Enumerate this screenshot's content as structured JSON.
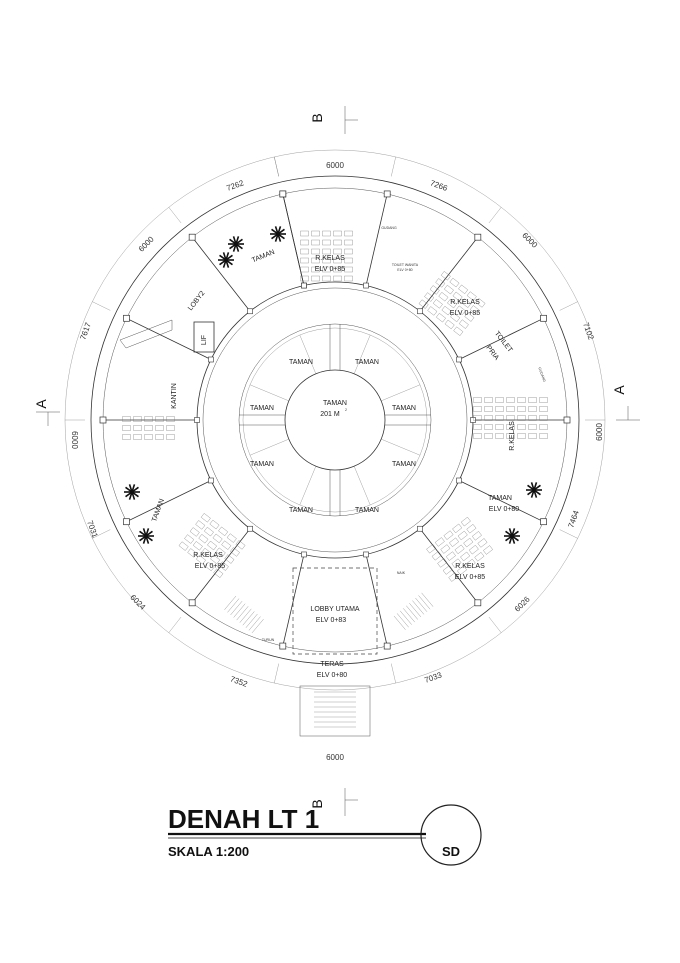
{
  "title": "DENAH LT 1",
  "scale": "SKALA  1:200",
  "symbol": "SD",
  "sections": {
    "a": "A",
    "b": "B"
  },
  "rooms": {
    "taman_center": "TAMAN",
    "taman_center_area": "201 M",
    "taman_center_area_sup": "2",
    "taman_ring": "TAMAN",
    "taman_nw": "TAMAN",
    "taman_sw": "TAMAN",
    "taman_east": "TAMAN",
    "taman_east_elv": "ELV 0+80",
    "kelas_north": "R.KELAS",
    "kelas_north_elv": "ELV 0+85",
    "kelas_ne": "R.KELAS",
    "kelas_ne_elv": "ELV 0+85",
    "kelas_east": "R.KELAS",
    "kelas_se": "R.KELAS",
    "kelas_se_elv": "ELV 0+85",
    "kelas_sw": "R.KELAS",
    "kelas_sw_elv": "ELV 0+85",
    "toilet": "TOILET",
    "pria": "PRIA",
    "loby2": "LOBY2",
    "lif": "LIF",
    "kantin": "KANTIN",
    "lobby_utama": "LOBBY UTAMA",
    "lobby_utama_elv": "ELV 0+83",
    "teras": "TERAS",
    "teras_elv": "ELV 0+80",
    "turun": "TURUN",
    "naik": "NAIK",
    "toilet_wanita": "TOILET WANITA",
    "toilet_wanita_elv": "ELV 0+80",
    "gudang_n": "GUDANG",
    "gudang_e": "GUDANG"
  },
  "dimensions": {
    "top": "6000",
    "nw_outer": "7262",
    "ne_outer": "7266",
    "nw_side": "6000",
    "ne_side": "6000",
    "west_upper": "7617",
    "east_upper": "7102",
    "west_mid": "6000",
    "east_mid": "6000",
    "west_lower": "7031",
    "east_lower": "7464",
    "sw_side": "6024",
    "se_side": "6026",
    "sw_outer": "7352",
    "se_outer": "7033",
    "bottom": "6000"
  }
}
